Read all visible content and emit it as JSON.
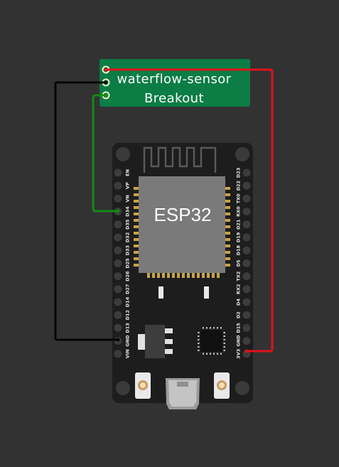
{
  "sensor": {
    "line1": "waterflow-sensor",
    "line2": "Breakout",
    "color": "#0b7d45"
  },
  "board": {
    "chip_label": "ESP32",
    "left_pins": [
      "EN",
      "VP",
      "VN",
      "D34",
      "D35",
      "D32",
      "D33",
      "D25",
      "D26",
      "D27",
      "D14",
      "D12",
      "D13",
      "GND",
      "VIN"
    ],
    "right_pins": [
      "D23",
      "D22",
      "TX0",
      "RX0",
      "D21",
      "D19",
      "D18",
      "D5",
      "TX2",
      "RX2",
      "D4",
      "D2",
      "D15",
      "GND",
      "3V3"
    ]
  },
  "wires": {
    "power_color": "#e0111b",
    "ground_color": "#050505",
    "signal_color": "#148a14"
  }
}
